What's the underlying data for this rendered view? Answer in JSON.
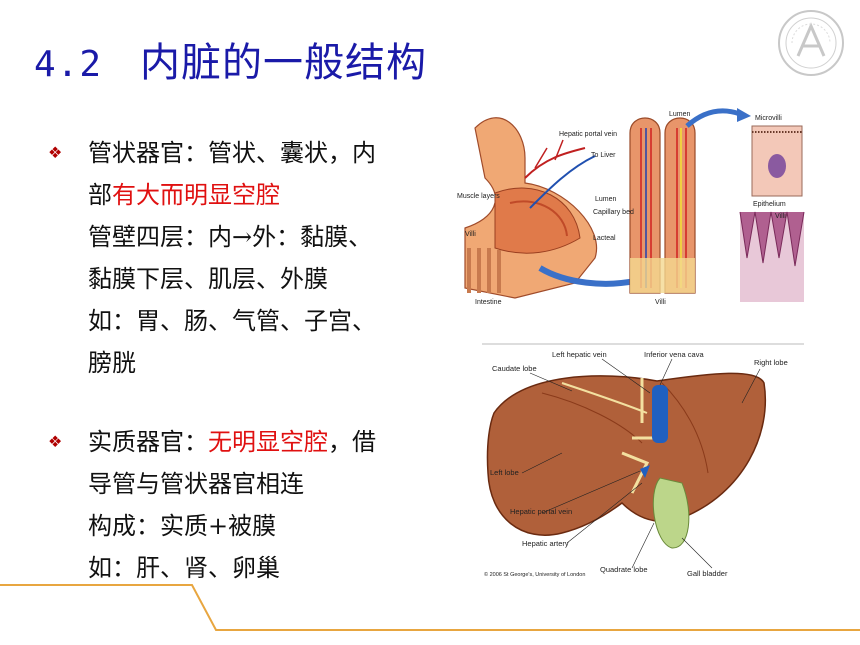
{
  "title": {
    "number": "4.2",
    "text": "内脏的一般结构"
  },
  "section1": {
    "bullet": "❖",
    "line1": "管状器官：管状、囊状，内",
    "line2_prefix": "部",
    "line2_highlight": "有大而明显空腔",
    "line3": "管壁四层：内→外：黏膜、",
    "line4": "黏膜下层、肌层、外膜",
    "line5": "如：胃、肠、气管、子宫、",
    "line6": "膀胱"
  },
  "section2": {
    "bullet": "❖",
    "line1_prefix": "实质器官：",
    "line1_highlight": "无明显空腔",
    "line1_suffix": "，借",
    "line2": "导管与管状器官相连",
    "line3": "构成：实质+被膜",
    "line4": "如：肝、肾、卵巢"
  },
  "figure_intestine": {
    "labels": {
      "hepatic_portal_vein": "Hepatic portal vein",
      "to_liver": "To Liver",
      "muscle_layers": "Muscle layers",
      "villi_left": "Villi",
      "intestine": "Intestine",
      "lumen_mid": "Lumen",
      "capillary_bed": "Capillary bed",
      "lacteal": "Lacteal",
      "lumen_top": "Lumen",
      "villi_bottom": "Villi",
      "microvilli": "Microvilli",
      "epithelium": "Epithelium",
      "villi_small": "Villi"
    }
  },
  "figure_liver": {
    "labels": {
      "left_hepatic_vein": "Left hepatic vein",
      "inferior_vena_cava": "Inferior vena cava",
      "right_lobe": "Right lobe",
      "caudate_lobe": "Caudate lobe",
      "left_lobe": "Left lobe",
      "hepatic_portal_vein": "Hepatic portal vein",
      "hepatic_artery": "Hepatic artery",
      "quadrate_lobe": "Quadrate lobe",
      "gall_bladder": "Gall bladder",
      "copyright": "© 2006 St George's, University of London"
    }
  },
  "colors": {
    "title": "#1a1aa8",
    "highlight": "#e01010",
    "bullet": "#b00000",
    "decoration": "#e8a640",
    "liver": "#b0603a",
    "gall_bladder": "#bcd68a",
    "vein_blue": "#2060c0",
    "nerve_yellow": "#f3e0a0"
  },
  "icons": {
    "seal": "university-seal-icon",
    "bullet": "diamond-bullet-icon"
  }
}
